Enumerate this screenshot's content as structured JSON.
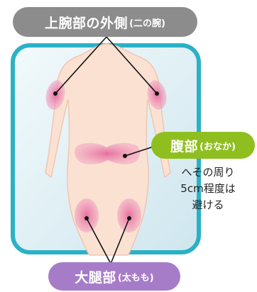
{
  "labels": {
    "arm_main": "上腕部の外側",
    "arm_sub": "(二の腕)",
    "belly_main": "腹部",
    "belly_sub": "(おなか)",
    "thigh_main": "大腿部",
    "thigh_sub": "(太もも)"
  },
  "note_lines": [
    "へその周り",
    "5cm程度は",
    "避ける"
  ],
  "colors": {
    "arm_label": "#8c8c8c",
    "belly_label": "#8fbf1f",
    "thigh_label": "#a67cc9",
    "frame_border": "#2bb1c6",
    "frame_fill": "#d8ecf2",
    "skin": "#fbe1d2",
    "injection_zone": "#e77aa6"
  }
}
